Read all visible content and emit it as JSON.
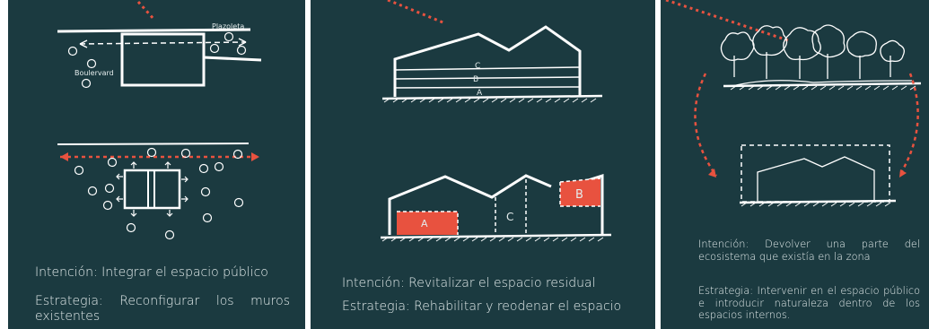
{
  "colors": {
    "background": "#1b3a40",
    "stroke": "#ffffff",
    "accent": "#e8523f"
  },
  "panels": [
    {
      "labels": {
        "plazoleta": "Plazoleta",
        "boulervard": "Boulervard"
      },
      "intencion": "Intención: Integrar el espacio público",
      "estrategia": "Estrategia: Reconfigurar los muros existentes"
    },
    {
      "labels": {
        "a": "A",
        "b": "B",
        "c": "C"
      },
      "intencion": "Intención: Revitalizar el espacio residual",
      "estrategia": "Estrategia: Rehabilitar y reodenar el espacio"
    },
    {
      "intencion": "Intención: Devolver una parte del ecosistema que existía en la zona",
      "estrategia": "Estrategia: Intervenir en el espacio público e introducir naturaleza dentro de los espacios internos."
    }
  ]
}
